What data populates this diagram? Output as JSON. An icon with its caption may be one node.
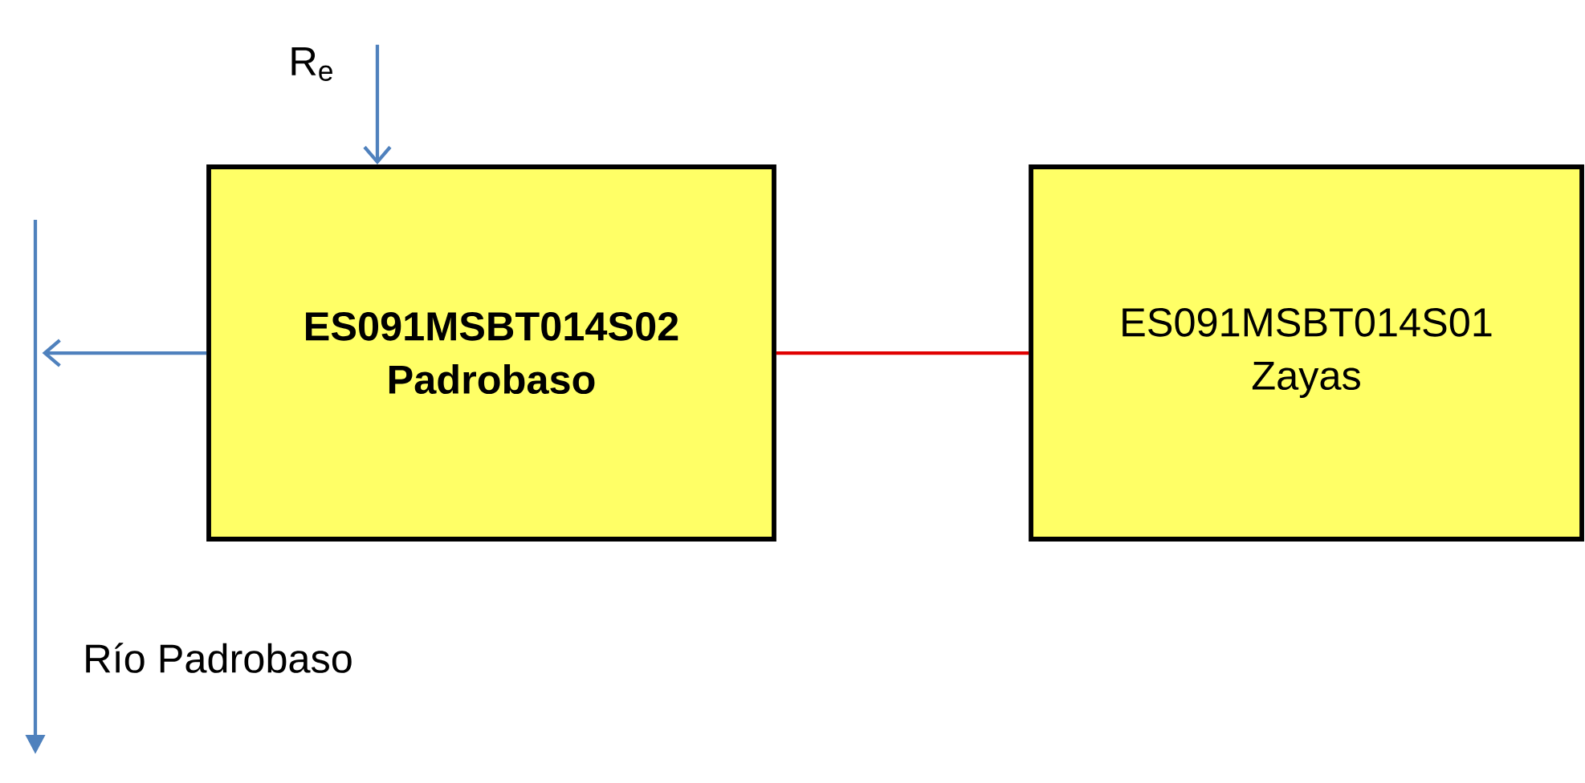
{
  "diagram": {
    "nodes": [
      {
        "text": [
          "ES091MSBT014S02 Padrobaso"
        ]
      },
      {
        "text": [
          "ES091MSBT014S01 Zayas"
        ]
      },
      {
        "text": [
          "R$_{e}$"
        ]
      },
      {
        "text": [],
        "shape": "bar",
        "beside": [
          "Río Padrobaso"
        ]
      }
    ],
    "edges": [
      {
        "from": 2,
        "to": 0,
        "arrow": "to"
      },
      {
        "from": 0,
        "to": 1,
        "arrow": "none",
        "color": "#e00000"
      },
      {
        "from": 0,
        "to": 3,
        "arrow": "to"
      }
    ]
  }
}
